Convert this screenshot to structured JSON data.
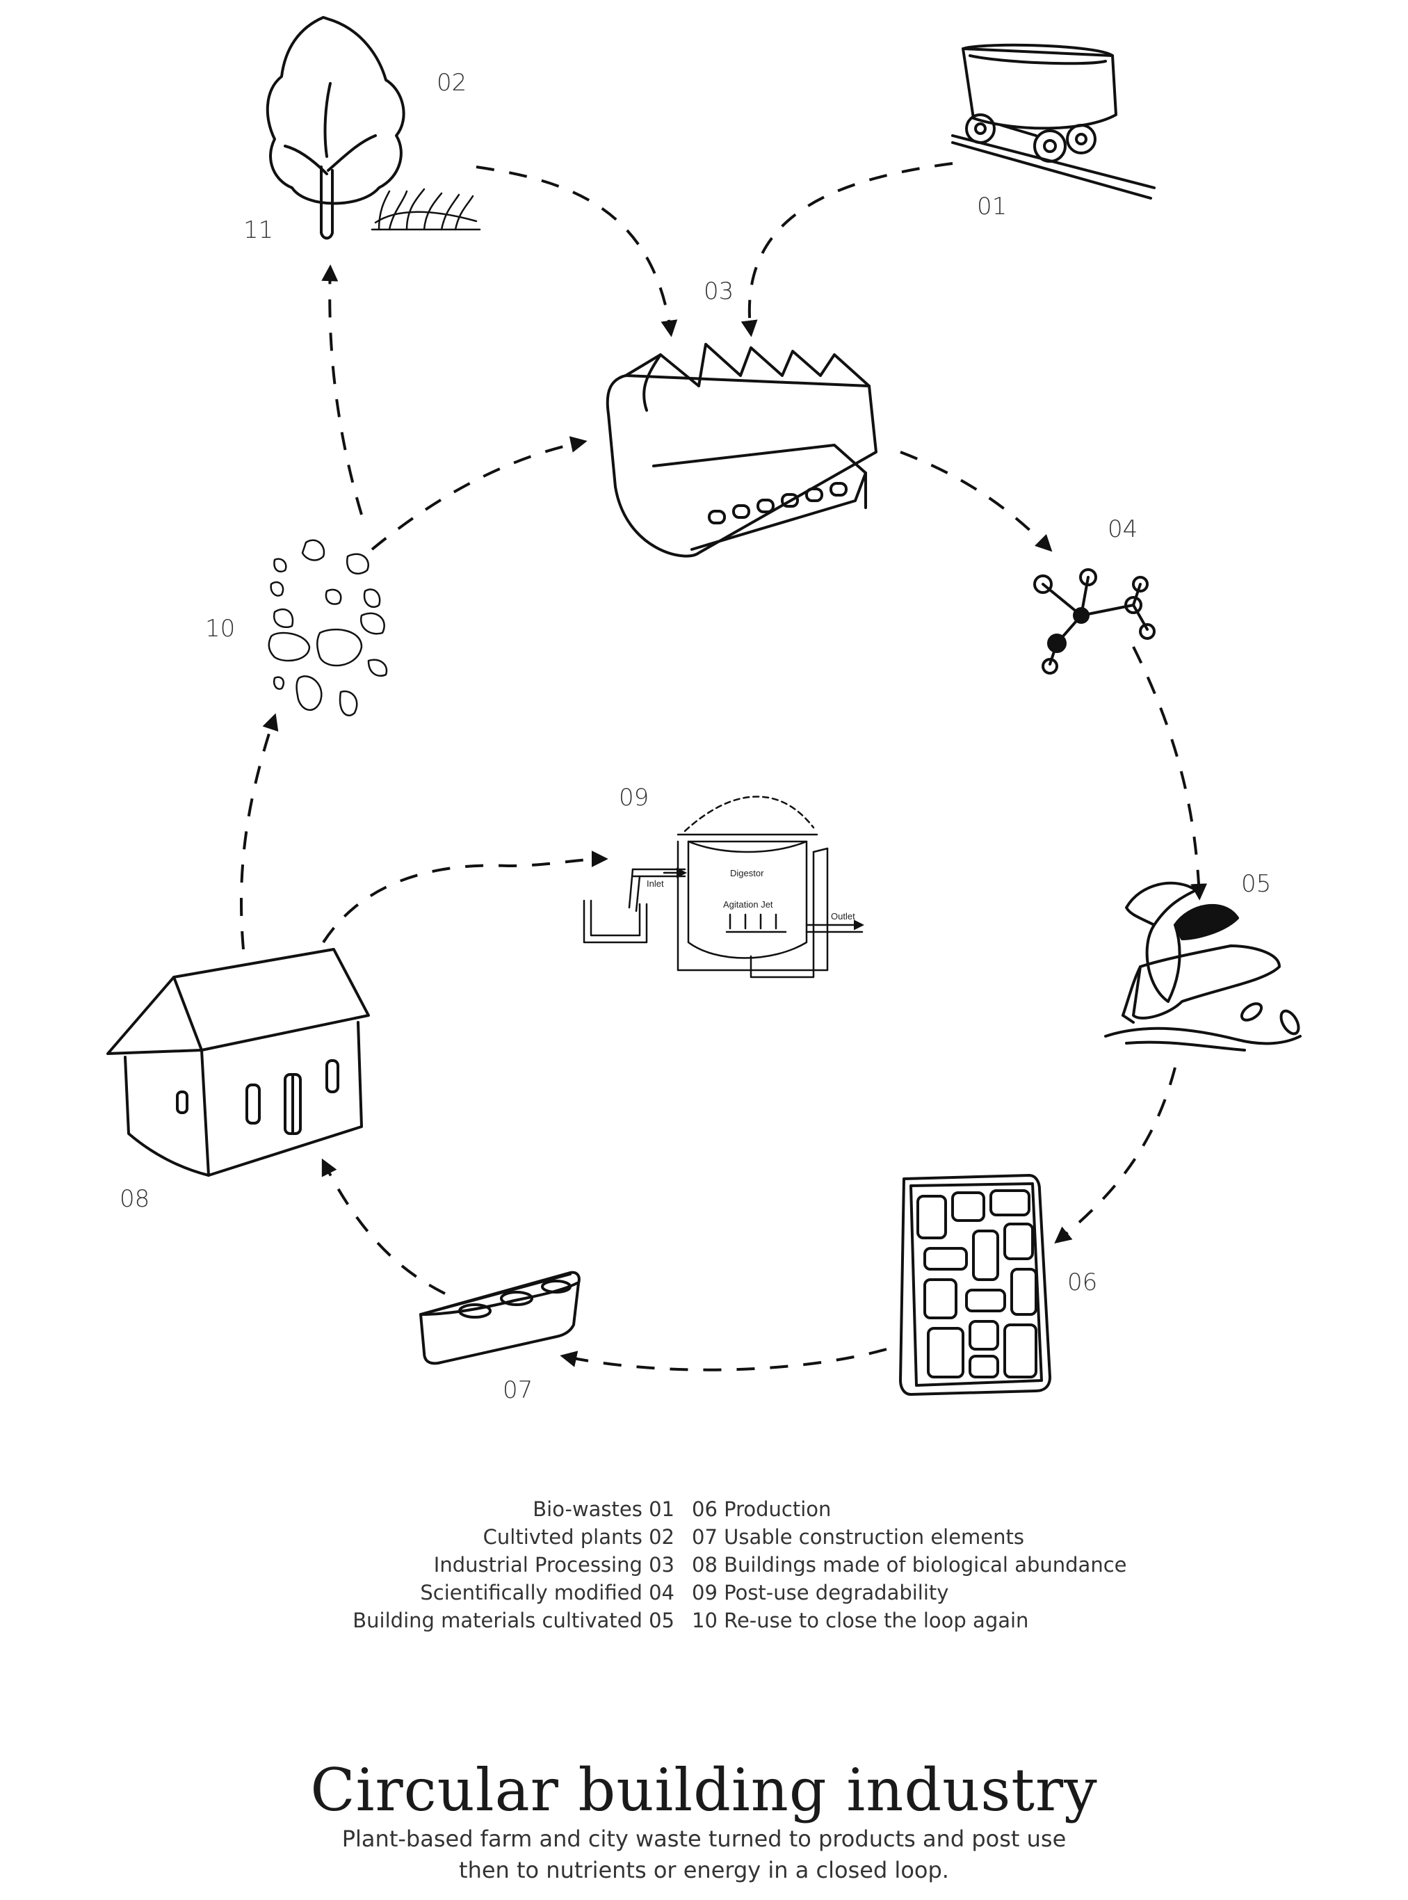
{
  "stage_numbers": {
    "n01": "01",
    "n02": "02",
    "n03": "03",
    "n04": "04",
    "n05": "05",
    "n06": "06",
    "n07": "07",
    "n08": "08",
    "n09": "09",
    "n10": "10",
    "n11": "11"
  },
  "digester_labels": {
    "inlet": "Inlet",
    "digestor": "Digestor",
    "agitation": "Agitation Jet",
    "outlet": "Outlet"
  },
  "legend": {
    "left": [
      "Bio-wastes  01",
      "Cultivted plants 02",
      "Industrial Processing 03",
      "Scientifically modified 04",
      "Building materials cultivated 05"
    ],
    "right": [
      "06 Production",
      "07 Usable construction elements",
      "08 Buildings made of biological abundance",
      "09 Post-use degradability",
      "10 Re-use to close the loop again"
    ]
  },
  "title": "Circular building industry",
  "subtitle": {
    "line1": "Plant-based farm and city waste turned to products and post use",
    "line2": "then to nutrients or energy in a closed loop."
  }
}
